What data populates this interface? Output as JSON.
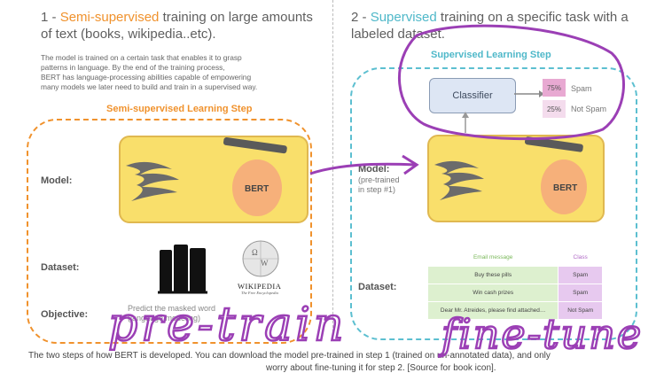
{
  "left": {
    "heading_prefix": "1 - ",
    "heading_highlight": "Semi-supervised",
    "heading_rest_line1": " training on large amounts",
    "heading_line2": "of text (books, wikipedia..etc).",
    "description_lines": [
      "The model is trained on a certain task that enables it to grasp",
      "patterns in language. By the end of the training process,",
      "BERT has language-processing abilities capable of empowering",
      "many models we later need to build and train in a supervised way."
    ],
    "step_title": "Semi-supervised Learning Step",
    "model_label": "Model:",
    "dataset_label": "Dataset:",
    "objective_label": "Objective:",
    "objective_line1": "Predict the masked word",
    "objective_line2": "(langauge modeling)",
    "bert_label": "BERT",
    "wiki_label": "Wikipedia",
    "wiki_tagline": "The Free Encyclopedia"
  },
  "right": {
    "heading_prefix": "2 - ",
    "heading_highlight": "Supervised",
    "heading_rest_line1": " training on a specific task with a",
    "heading_line2": "labeled dataset.",
    "step_title": "Supervised Learning Step",
    "classifier_label": "Classifier",
    "outputs": [
      {
        "pct": "75%",
        "label": "Spam"
      },
      {
        "pct": "25%",
        "label": "Not Spam"
      }
    ],
    "model_label": "Model:",
    "model_note_line1": "(pre-trained",
    "model_note_line2": "in step #1)",
    "bert_label": "BERT",
    "dataset_label": "Dataset:",
    "table_headers": [
      "Email message",
      "Class"
    ],
    "table_rows": [
      [
        "Buy these pills",
        "Spam"
      ],
      [
        "Win cash prizes",
        "Spam"
      ],
      [
        "Dear Mr. Atreides, please find attached…",
        "Not Spam"
      ]
    ]
  },
  "caption_line1": "The two steps of how BERT is developed. You can download the model pre-trained in step 1 (trained on un-annotated data), and only",
  "caption_line2": "worry about fine-tuning it for step 2. [Source for book icon].",
  "handwriting": {
    "left": "pre-train",
    "right": "fine-tune"
  },
  "colors": {
    "orange": "#f0922d",
    "teal": "#5cbfd0",
    "ink": "#9b3fb5",
    "bert_yellow": "#f9df6b",
    "beak": "#f6b07a",
    "spam_pink": "#e8a9d2",
    "table_green": "#ddf0cf",
    "table_purple": "#e7c9ef"
  }
}
